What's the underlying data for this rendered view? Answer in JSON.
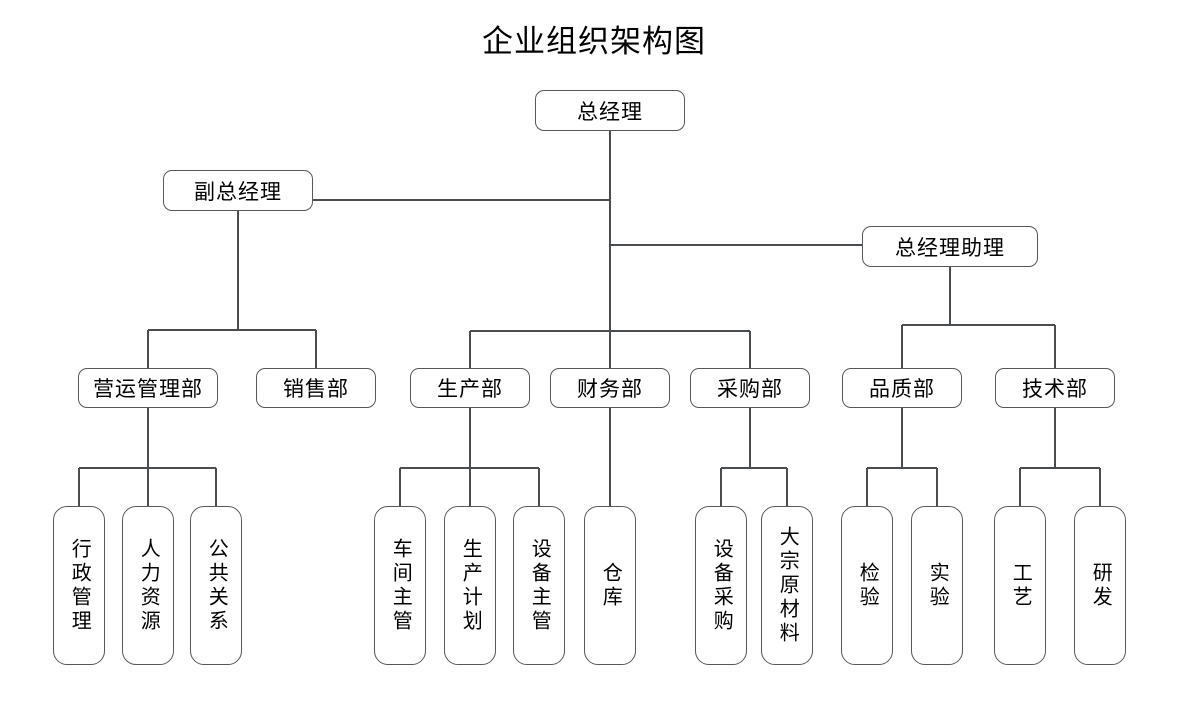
{
  "chart_data": {
    "type": "diagram",
    "diagram_type": "organization-chart",
    "title": "企业组织架构图",
    "orientation": "top-down",
    "style": {
      "box_fill": "#ffffff",
      "box_border": "#55585c",
      "connector_color": "#4a4d50",
      "text_color": "#000000",
      "background": "#ffffff"
    },
    "levels": [
      {
        "level": 1,
        "nodes": [
          "总经理"
        ]
      },
      {
        "level": 2,
        "nodes": [
          "副总经理",
          "总经理助理"
        ]
      },
      {
        "level": 3,
        "nodes": [
          "营运管理部",
          "销售部",
          "生产部",
          "财务部",
          "采购部",
          "品质部",
          "技术部"
        ]
      },
      {
        "level": 4,
        "nodes": [
          "行政管理",
          "人力资源",
          "公共关系",
          "车间主管",
          "生产计划",
          "设备主管",
          "仓库",
          "设备采购",
          "大宗原材料",
          "检验",
          "实验",
          "工艺",
          "研发"
        ]
      }
    ],
    "edges": [
      {
        "from": "总经理",
        "to": "副总经理"
      },
      {
        "from": "总经理",
        "to": "总经理助理"
      },
      {
        "from": "总经理",
        "to": "生产部"
      },
      {
        "from": "总经理",
        "to": "财务部"
      },
      {
        "from": "总经理",
        "to": "采购部"
      },
      {
        "from": "副总经理",
        "to": "营运管理部"
      },
      {
        "from": "副总经理",
        "to": "销售部"
      },
      {
        "from": "总经理助理",
        "to": "品质部"
      },
      {
        "from": "总经理助理",
        "to": "技术部"
      },
      {
        "from": "营运管理部",
        "to": "行政管理"
      },
      {
        "from": "营运管理部",
        "to": "人力资源"
      },
      {
        "from": "营运管理部",
        "to": "公共关系"
      },
      {
        "from": "生产部",
        "to": "车间主管"
      },
      {
        "from": "生产部",
        "to": "生产计划"
      },
      {
        "from": "生产部",
        "to": "设备主管"
      },
      {
        "from": "财务部",
        "to": "仓库"
      },
      {
        "from": "采购部",
        "to": "设备采购"
      },
      {
        "from": "采购部",
        "to": "大宗原材料"
      },
      {
        "from": "品质部",
        "to": "检验"
      },
      {
        "from": "品质部",
        "to": "实验"
      },
      {
        "from": "技术部",
        "to": "工艺"
      },
      {
        "from": "技术部",
        "to": "研发"
      }
    ]
  },
  "title": "企业组织架构图",
  "nodes": {
    "general_manager": "总经理",
    "deputy_general_manager": "副总经理",
    "gm_assistant": "总经理助理",
    "operations_dept": "营运管理部",
    "sales_dept": "销售部",
    "production_dept": "生产部",
    "finance_dept": "财务部",
    "purchasing_dept": "采购部",
    "quality_dept": "品质部",
    "technology_dept": "技术部",
    "administration": "行政管理",
    "human_resources": "人力资源",
    "public_relations": "公共关系",
    "workshop_supervisor": "车间主管",
    "production_plan": "生产计划",
    "equipment_supervisor": "设备主管",
    "warehouse": "仓库",
    "equipment_purchasing": "设备采购",
    "bulk_raw_material": "大宗原材料",
    "inspection": "检验",
    "laboratory": "实验",
    "process": "工艺",
    "research_development": "研发"
  }
}
